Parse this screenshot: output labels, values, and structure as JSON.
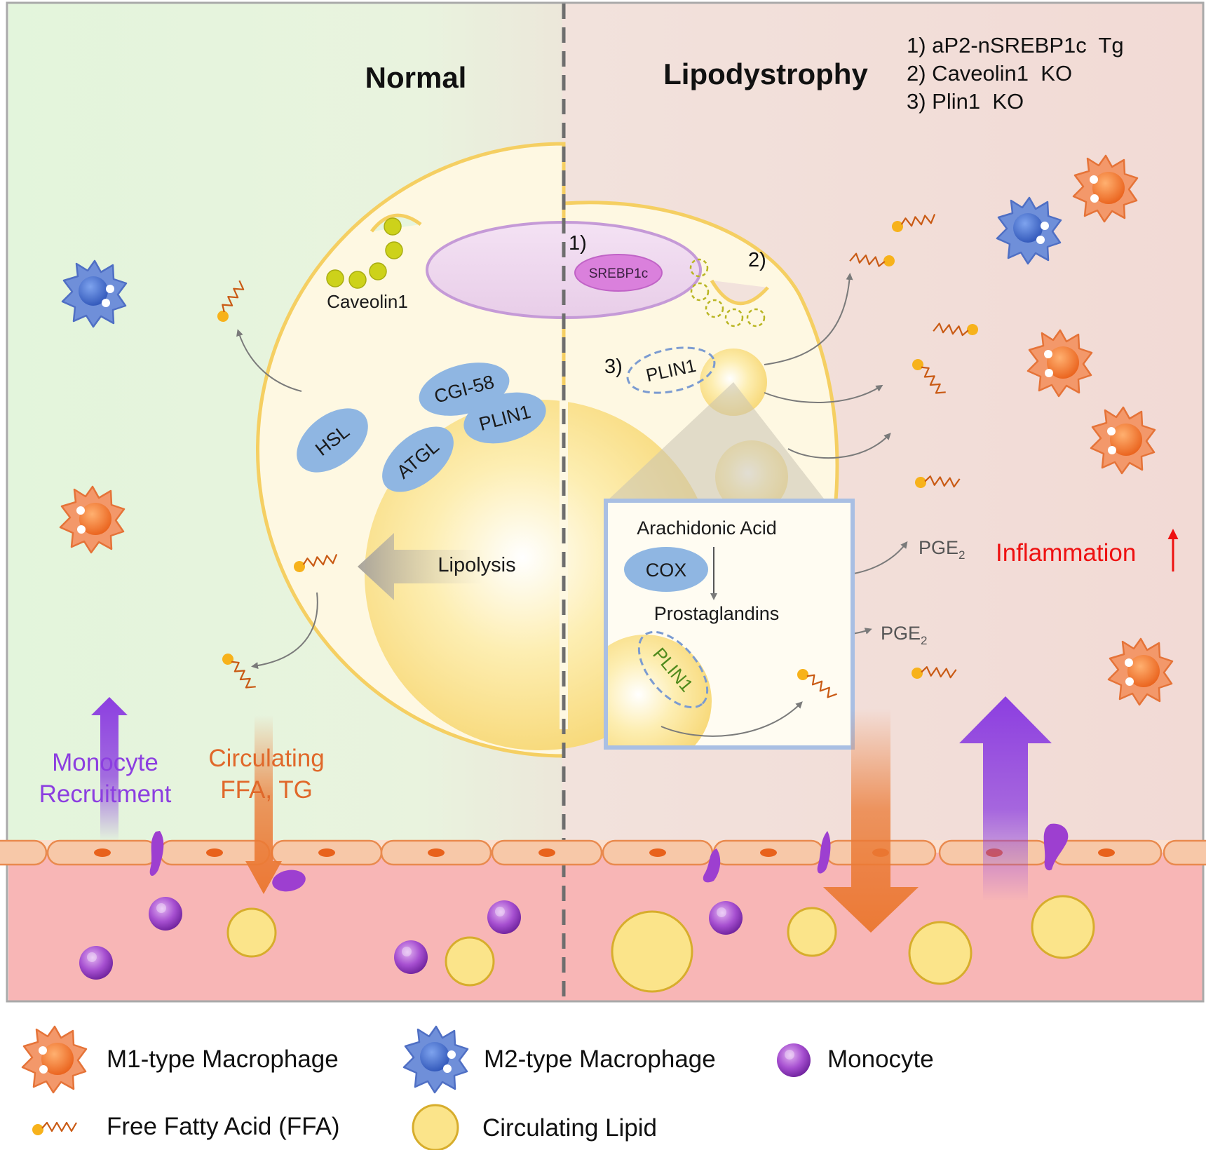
{
  "panels": {
    "normal": "Normal",
    "lipodystrophy": "Lipodystrophy"
  },
  "models": [
    "1) aP2-nSREBP1c  Tg",
    "2) Caveolin1  KO",
    "3) Plin1  KO"
  ],
  "markers": {
    "one": "1)",
    "two": "2)",
    "three": "3)"
  },
  "proteins": {
    "caveolin": "Caveolin1",
    "srebp": "SREBP1c",
    "cgi58": "CGI-58",
    "plin1": "PLIN1",
    "hsl": "HSL",
    "atgl": "ATGL",
    "plin1_ko": "PLIN1",
    "plin1_inset": "PLIN1",
    "cox": "COX"
  },
  "process": {
    "lipolysis": "Lipolysis"
  },
  "inset": {
    "arachidonic": "Arachidonic Acid",
    "prostaglandins": "Prostaglandins"
  },
  "pge": {
    "base": "PGE",
    "sub": "2"
  },
  "inflammation": {
    "label": "Inflammation",
    "arrow": "↑"
  },
  "flows": {
    "monocyte_line1": "Monocyte",
    "monocyte_line2": "Recruitment",
    "circulating_line1": "Circulating",
    "circulating_line2": "FFA, TG"
  },
  "legend": {
    "m1": "M1-type Macrophage",
    "m2": "M2-type Macrophage",
    "monocyte": "Monocyte",
    "ffa": "Free Fatty Acid (FFA)",
    "lipid": "Circulating Lipid"
  },
  "colors": {
    "normal_bg": "#e6f5de",
    "lipo_bg": "#f2ddd8",
    "vessel": "#f8b6b6",
    "cell_fill": "#fef8e2",
    "cell_border": "#f5cf62",
    "protein": "#8fb6e2",
    "m1": "#f0915c",
    "m2": "#5b7fd0",
    "monocyte": "#a040c8",
    "lipid": "#fbe48a",
    "orange_arrow": "#eb7a35",
    "purple_arrow": "#8c3ee0",
    "inflammation": "#ee1111"
  }
}
